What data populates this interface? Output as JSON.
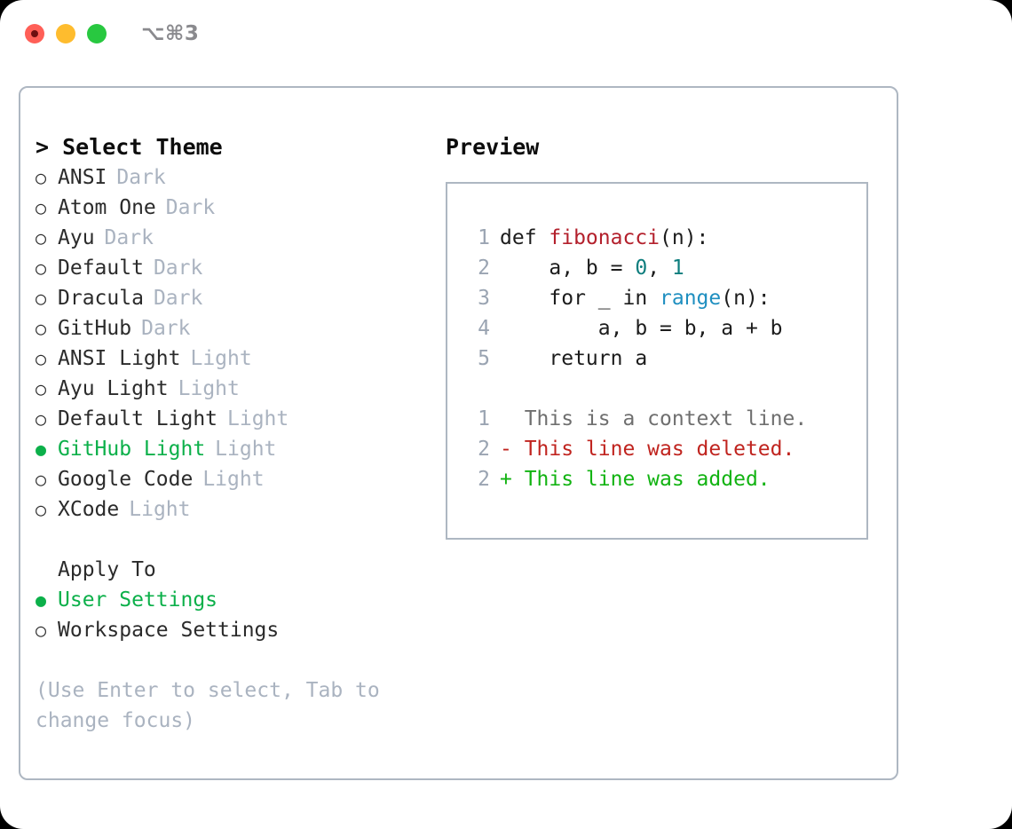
{
  "titlebar": {
    "shortcut": "⌥⌘3",
    "lights": [
      {
        "name": "close",
        "color": "#ff5f57"
      },
      {
        "name": "minimize",
        "color": "#febc2e"
      },
      {
        "name": "zoom",
        "color": "#28c840"
      }
    ]
  },
  "left": {
    "header": "> Select Theme",
    "apply_header": "Apply To",
    "hint": "(Use Enter to select, Tab to change focus)",
    "markers": {
      "selected": "●",
      "unselected": "○"
    },
    "themes": [
      {
        "name": "ANSI",
        "badge": "Dark",
        "selected": false
      },
      {
        "name": "Atom One",
        "badge": "Dark",
        "selected": false
      },
      {
        "name": "Ayu",
        "badge": "Dark",
        "selected": false
      },
      {
        "name": "Default",
        "badge": "Dark",
        "selected": false
      },
      {
        "name": "Dracula",
        "badge": "Dark",
        "selected": false
      },
      {
        "name": "GitHub",
        "badge": "Dark",
        "selected": false
      },
      {
        "name": "ANSI Light",
        "badge": "Light",
        "selected": false
      },
      {
        "name": "Ayu Light",
        "badge": "Light",
        "selected": false
      },
      {
        "name": "Default Light",
        "badge": "Light",
        "selected": false
      },
      {
        "name": "GitHub Light",
        "badge": "Light",
        "selected": true
      },
      {
        "name": "Google Code",
        "badge": "Light",
        "selected": false
      },
      {
        "name": "XCode",
        "badge": "Light",
        "selected": false
      }
    ],
    "apply_options": [
      {
        "name": "User Settings",
        "selected": true
      },
      {
        "name": "Workspace Settings",
        "selected": false
      }
    ]
  },
  "right": {
    "header": "Preview",
    "code_lines": [
      {
        "no": "1",
        "tokens": [
          {
            "t": "def ",
            "c": "plain"
          },
          {
            "t": "fibonacci",
            "c": "func"
          },
          {
            "t": "(n):",
            "c": "plain"
          }
        ]
      },
      {
        "no": "2",
        "tokens": [
          {
            "t": "    a, b = ",
            "c": "plain"
          },
          {
            "t": "0",
            "c": "num"
          },
          {
            "t": ", ",
            "c": "plain"
          },
          {
            "t": "1",
            "c": "num"
          }
        ]
      },
      {
        "no": "3",
        "tokens": [
          {
            "t": "    for _ in ",
            "c": "plain"
          },
          {
            "t": "range",
            "c": "builtin"
          },
          {
            "t": "(n):",
            "c": "plain"
          }
        ]
      },
      {
        "no": "4",
        "tokens": [
          {
            "t": "        a, b = b, a + b",
            "c": "plain"
          }
        ]
      },
      {
        "no": "5",
        "tokens": [
          {
            "t": "    return a",
            "c": "plain"
          }
        ]
      }
    ],
    "diff_lines": [
      {
        "no": "1",
        "sign": " ",
        "text": " This is a context line.",
        "kind": "ctx"
      },
      {
        "no": "2",
        "sign": "-",
        "text": " This line was deleted.",
        "kind": "del"
      },
      {
        "no": "2",
        "sign": "+",
        "text": " This line was added.",
        "kind": "add"
      }
    ]
  },
  "colors": {
    "accent_green": "#0cb04a",
    "border": "#aeb7c2",
    "muted": "#aab3c0",
    "func_red": "#b3202c",
    "num_teal": "#0d7d7d",
    "builtin_blue": "#1f8fc0",
    "diff_add": "#12b312",
    "diff_del": "#c0241f"
  }
}
